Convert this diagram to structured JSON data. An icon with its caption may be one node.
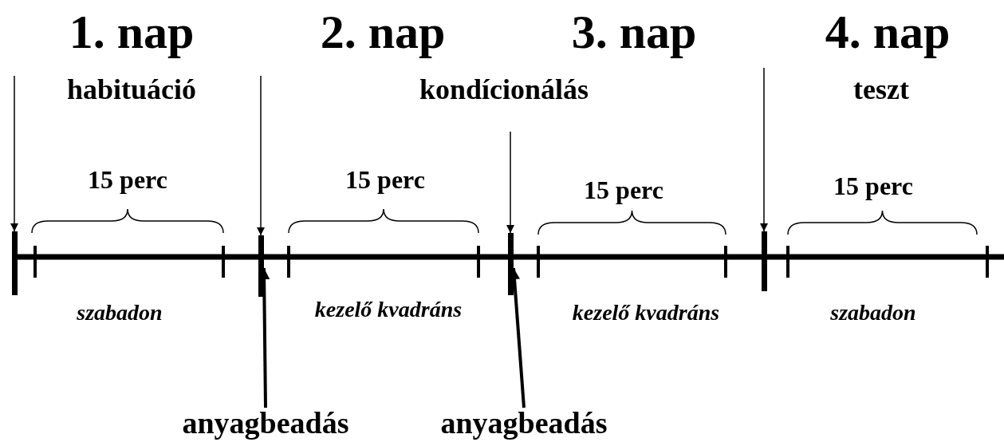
{
  "diagram": {
    "nodes": [
      {
        "text": [],
        "shape": "bar"
      },
      {
        "text": [],
        "shape": "bar"
      },
      {
        "text": [],
        "shape": "bar"
      },
      {
        "text": [],
        "shape": "bar"
      },
      {
        "text": [
          "anyagbeadás"
        ]
      },
      {
        "text": [
          "anyagbeadás"
        ]
      }
    ],
    "edges": [
      {
        "from": null,
        "to": 0,
        "arrow": "to"
      },
      {
        "from": null,
        "to": 1,
        "arrow": "to"
      },
      {
        "from": null,
        "to": 2,
        "arrow": "to"
      },
      {
        "from": null,
        "to": 3,
        "arrow": "to"
      },
      {
        "from": 4,
        "to": 1,
        "arrow": "to",
        "style": "thick"
      },
      {
        "from": 5,
        "to": 2,
        "arrow": "to",
        "style": "thick"
      }
    ],
    "labels": [
      "1. nap",
      "2. nap",
      "3. nap",
      "4. nap",
      "habituáció",
      "kondícionálás",
      "teszt",
      "15 perc",
      "15 perc",
      "15 perc",
      "15 perc",
      "szabadon",
      "kezelő kvadráns",
      "kezelő kvadráns",
      "szabadon"
    ]
  }
}
